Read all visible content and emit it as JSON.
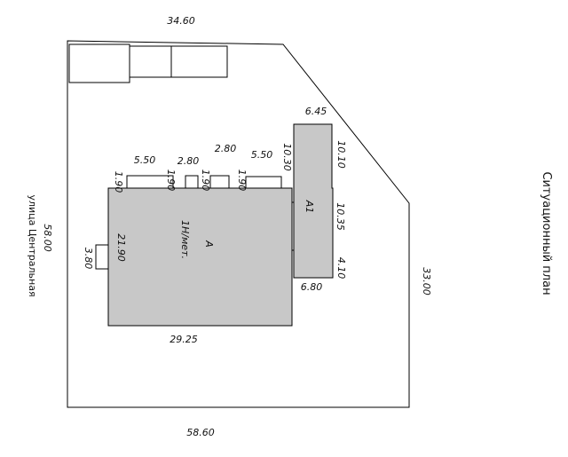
{
  "title": "Ситуационный план",
  "street": "улица Центральная",
  "plot": {
    "top": "34.60",
    "left": "58.00",
    "bottom": "58.60",
    "right": "33.00"
  },
  "building_a": {
    "name": "А",
    "subtitle": "1Н/мет.",
    "width": "29.25",
    "depth": "21.90",
    "porch_left": "3.80",
    "bay_widths": [
      "5.50",
      "2.80",
      "2.80",
      "5.50"
    ],
    "bay_depths": [
      "1.90",
      "1.90",
      "1.90",
      "1.90"
    ]
  },
  "building_a1": {
    "name": "А1",
    "top": "6.45",
    "left": "10.30",
    "right_upper": "10.10",
    "right_middle": "10.35",
    "right_lower": "4.10",
    "bottom": "6.80"
  }
}
